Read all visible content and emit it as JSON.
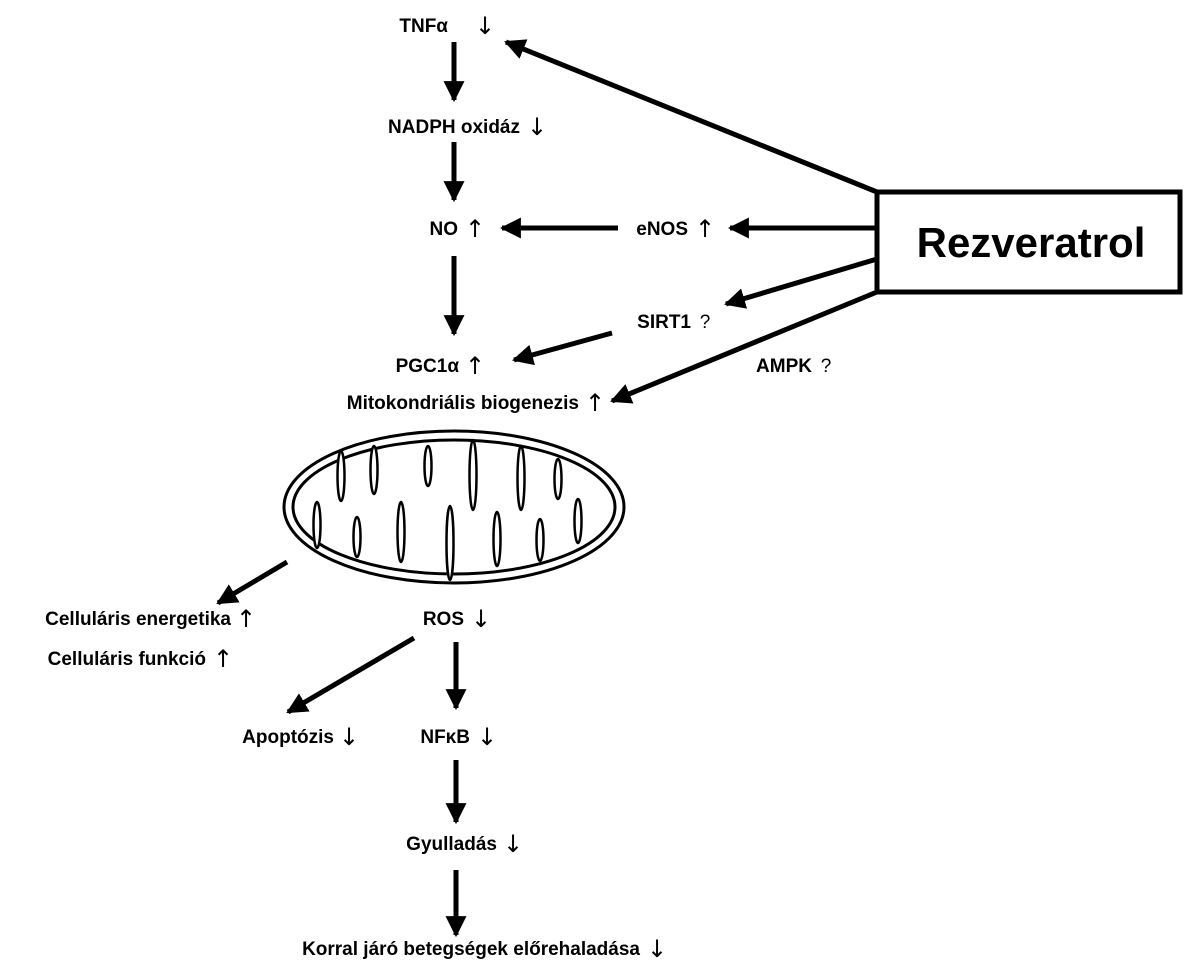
{
  "source": {
    "label": "Rezveratrol"
  },
  "nodes": {
    "tnf": {
      "label": "TNFα",
      "trend": "↓"
    },
    "nadph": {
      "label": "NADPH oxidáz",
      "trend": "↓"
    },
    "no": {
      "label": "NO",
      "trend": "↑"
    },
    "enos": {
      "label": "eNOS",
      "trend": "↑"
    },
    "sirt1": {
      "label": "SIRT1",
      "qualifier": "?"
    },
    "ampk": {
      "label": "AMPK",
      "qualifier": "?"
    },
    "pgc": {
      "label": "PGC1α",
      "trend": "↑"
    },
    "mito_bio": {
      "label": "Mitokondriális biogenezis",
      "trend": "↑"
    },
    "cell_energy": {
      "label": "Celluláris energetika",
      "trend": "↑"
    },
    "cell_func": {
      "label": "Celluláris funkció",
      "trend": "↑"
    },
    "ros": {
      "label": "ROS",
      "trend": "↓"
    },
    "apoptosis": {
      "label": "Apoptózis",
      "trend": "↓"
    },
    "nfkb": {
      "label": "NFκB",
      "trend": "↓"
    },
    "inflammation": {
      "label": "Gyulladás",
      "trend": "↓"
    },
    "aging": {
      "label": "Korral járó betegségek előrehaladása",
      "trend": "↓"
    }
  },
  "edges": [
    {
      "from": "Rezveratrol",
      "to": "TNFα"
    },
    {
      "from": "Rezveratrol",
      "to": "eNOS"
    },
    {
      "from": "Rezveratrol",
      "to": "SIRT1"
    },
    {
      "from": "Rezveratrol",
      "to": "Mitokondriális biogenezis",
      "via": "AMPK"
    },
    {
      "from": "TNFα",
      "to": "NADPH oxidáz"
    },
    {
      "from": "NADPH oxidáz",
      "to": "NO"
    },
    {
      "from": "eNOS",
      "to": "NO"
    },
    {
      "from": "NO",
      "to": "PGC1α"
    },
    {
      "from": "SIRT1",
      "to": "PGC1α"
    },
    {
      "from": "Mitokondrium",
      "to": "Celluláris energetika"
    },
    {
      "from": "ROS",
      "to": "Apoptózis"
    },
    {
      "from": "ROS",
      "to": "NFκB"
    },
    {
      "from": "NFκB",
      "to": "Gyulladás"
    },
    {
      "from": "Gyulladás",
      "to": "Korral járó betegségek előrehaladása"
    }
  ],
  "icons": {
    "mitochondrion": "mitochondrion-icon"
  }
}
